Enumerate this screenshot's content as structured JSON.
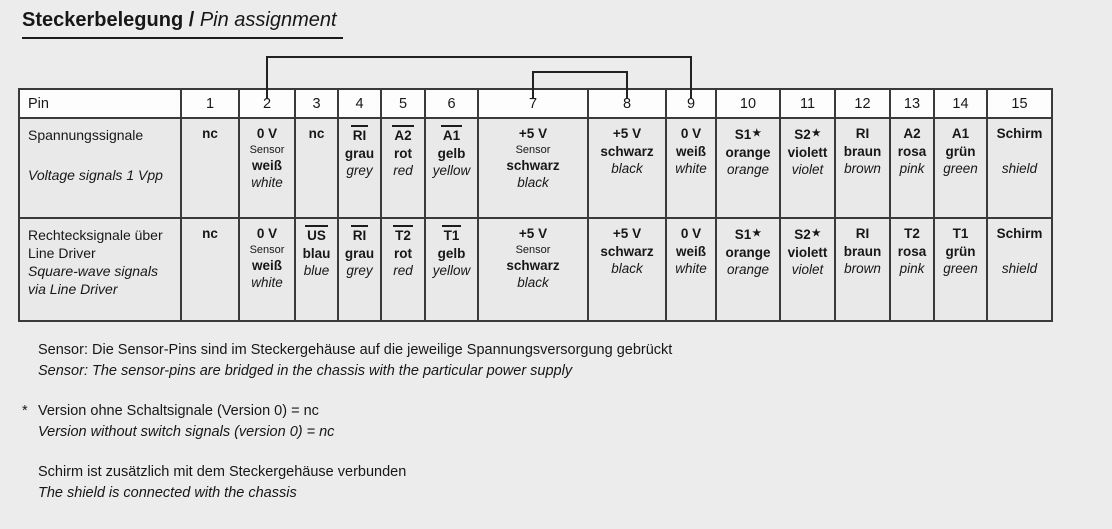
{
  "title": {
    "de": "Steckerbelegung",
    "separator": " / ",
    "en": "Pin assignment"
  },
  "colors": {
    "page_background": "#ececec",
    "header_cell_background": "#fdfdfd",
    "body_cell_background": "#e9e9e9",
    "line_color": "#3a3a3a",
    "text_color": "#171717"
  },
  "table": {
    "star_glyph": "★",
    "header": {
      "pin_label": "Pin",
      "pins": [
        "1",
        "2",
        "3",
        "4",
        "5",
        "6",
        "7",
        "8",
        "9",
        "10",
        "11",
        "12",
        "13",
        "14",
        "15"
      ]
    },
    "bridges": [
      {
        "from_pin": "2",
        "to_pin": "9"
      },
      {
        "from_pin": "7",
        "to_pin": "8"
      }
    ],
    "rows": [
      {
        "label_de": "Spannungssignale",
        "label_en": "Voltage signals 1 Vpp",
        "cells": [
          {
            "signal": "nc"
          },
          {
            "signal": "0 V",
            "sensor": "Sensor",
            "color_de": "weiß",
            "color_en": "white"
          },
          {
            "signal": "nc"
          },
          {
            "signal": "RI",
            "overline": true,
            "color_de": "grau",
            "color_en": "grey"
          },
          {
            "signal": "A2",
            "overline": true,
            "color_de": "rot",
            "color_en": "red"
          },
          {
            "signal": "A1",
            "overline": true,
            "color_de": "gelb",
            "color_en": "yellow"
          },
          {
            "signal": "+5 V",
            "sensor": "Sensor",
            "color_de": "schwarz",
            "color_en": "black"
          },
          {
            "signal": "+5 V",
            "color_de": "schwarz",
            "color_en": "black"
          },
          {
            "signal": "0 V",
            "color_de": "weiß",
            "color_en": "white"
          },
          {
            "signal": "S1",
            "star": true,
            "color_de": "orange",
            "color_en": "orange"
          },
          {
            "signal": "S2",
            "star": true,
            "color_de": "violett",
            "color_en": "violet"
          },
          {
            "signal": "RI",
            "color_de": "braun",
            "color_en": "brown"
          },
          {
            "signal": "A2",
            "color_de": "rosa",
            "color_en": "pink"
          },
          {
            "signal": "A1",
            "color_de": "grün",
            "color_en": "green"
          },
          {
            "signal": "Schirm",
            "color_en": "shield"
          }
        ]
      },
      {
        "label_de": "Rechtecksignale über Line Driver",
        "label_en": "Square-wave signals via Line Driver",
        "cells": [
          {
            "signal": "nc"
          },
          {
            "signal": "0 V",
            "sensor": "Sensor",
            "color_de": "weiß",
            "color_en": "white"
          },
          {
            "signal": "US",
            "overline": true,
            "color_de": "blau",
            "color_en": "blue"
          },
          {
            "signal": "RI",
            "overline": true,
            "color_de": "grau",
            "color_en": "grey"
          },
          {
            "signal": "T2",
            "overline": true,
            "color_de": "rot",
            "color_en": "red"
          },
          {
            "signal": "T1",
            "overline": true,
            "color_de": "gelb",
            "color_en": "yellow"
          },
          {
            "signal": "+5 V",
            "sensor": "Sensor",
            "color_de": "schwarz",
            "color_en": "black"
          },
          {
            "signal": "+5 V",
            "color_de": "schwarz",
            "color_en": "black"
          },
          {
            "signal": "0 V",
            "color_de": "weiß",
            "color_en": "white"
          },
          {
            "signal": "S1",
            "star": true,
            "color_de": "orange",
            "color_en": "orange"
          },
          {
            "signal": "S2",
            "star": true,
            "color_de": "violett",
            "color_en": "violet"
          },
          {
            "signal": "RI",
            "color_de": "braun",
            "color_en": "brown"
          },
          {
            "signal": "T2",
            "color_de": "rosa",
            "color_en": "pink"
          },
          {
            "signal": "T1",
            "color_de": "grün",
            "color_en": "green"
          },
          {
            "signal": "Schirm",
            "color_en": "shield"
          }
        ]
      }
    ]
  },
  "notes": [
    {
      "de": "Sensor: Die Sensor-Pins sind im Steckergehäuse auf die jeweilige Spannungsversorgung gebrückt",
      "en": "Sensor: The sensor-pins are bridged in the chassis with the particular power supply"
    },
    {
      "marker": "*",
      "de": "Version ohne Schaltsignale (Version 0) = nc",
      "en": "Version without switch signals (version 0) = nc"
    },
    {
      "de": "Schirm ist zusätzlich mit dem Steckergehäuse verbunden",
      "en": "The shield is connected with the chassis"
    }
  ]
}
